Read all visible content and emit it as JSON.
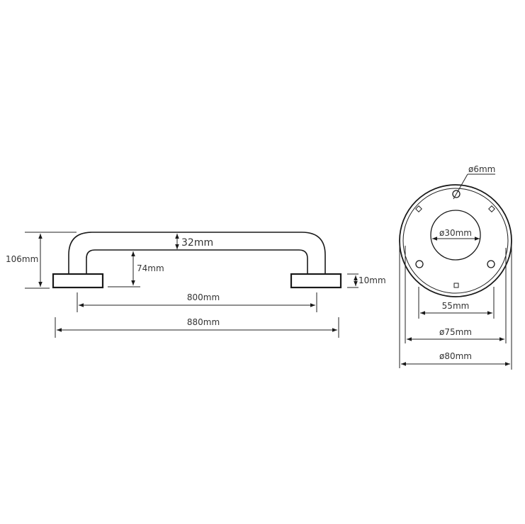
{
  "side_view": {
    "overall_height": "106mm",
    "tube_diameter": "32mm",
    "inner_clearance": "74mm",
    "base_thickness": "10mm",
    "centre_distance": "800mm",
    "overall_length": "880mm"
  },
  "base_view": {
    "screw_hole": "ø6mm",
    "centre_hole": "ø30mm",
    "hole_spacing": "55mm",
    "inner_diameter": "ø75mm",
    "outer_diameter": "ø80mm"
  },
  "colors": {
    "line": "#1a1a1a",
    "text": "#333333",
    "background": "#ffffff"
  }
}
